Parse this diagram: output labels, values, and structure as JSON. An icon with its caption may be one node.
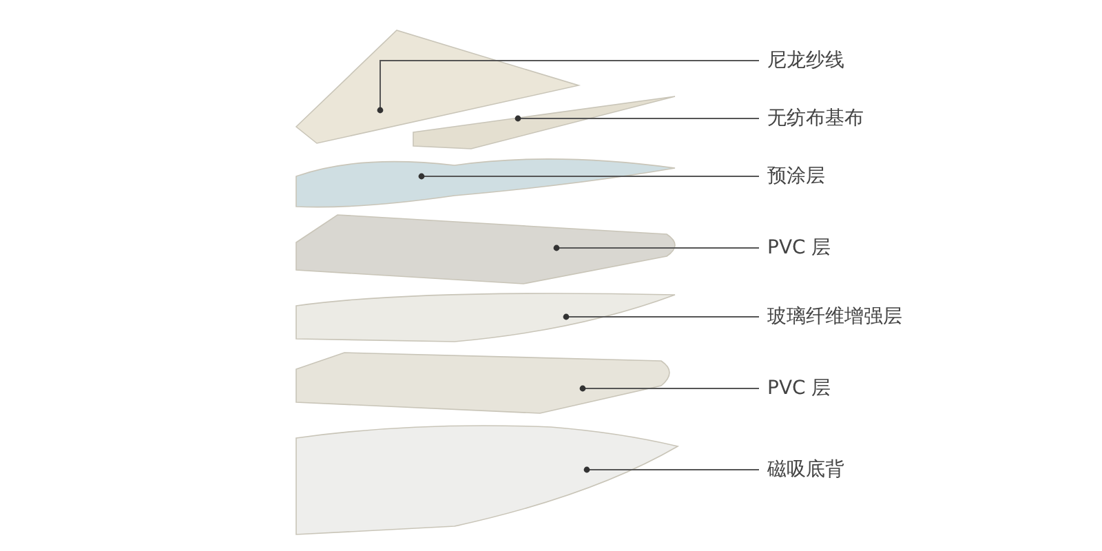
{
  "diagram": {
    "nodes": [
      {
        "text": [
          "尼龙纱线"
        ]
      },
      {
        "text": [
          "无纺布基布"
        ]
      },
      {
        "text": [
          "预涂层"
        ]
      },
      {
        "text": [
          "PVC 层"
        ]
      },
      {
        "text": [
          "玻璃纤维增强层"
        ]
      },
      {
        "text": [
          "PVC 层"
        ]
      },
      {
        "text": [
          "磁吸底背"
        ]
      },
      {
        "text": [],
        "shape": "picture"
      },
      {
        "text": [],
        "shape": "picture"
      },
      {
        "text": [],
        "shape": "picture"
      },
      {
        "text": [],
        "shape": "picture"
      },
      {
        "text": [],
        "shape": "picture"
      },
      {
        "text": [],
        "shape": "picture"
      },
      {
        "text": [],
        "shape": "picture"
      }
    ],
    "edges": [
      {
        "from": 0,
        "to": 7,
        "arrow": "other"
      },
      {
        "from": 1,
        "to": 8,
        "arrow": "other"
      },
      {
        "from": 2,
        "to": 9,
        "arrow": "other"
      },
      {
        "from": 3,
        "to": 10,
        "arrow": "other"
      },
      {
        "from": 4,
        "to": 11,
        "arrow": "other"
      },
      {
        "from": 5,
        "to": 12,
        "arrow": "other"
      },
      {
        "from": 6,
        "to": 13,
        "arrow": "other"
      }
    ]
  }
}
